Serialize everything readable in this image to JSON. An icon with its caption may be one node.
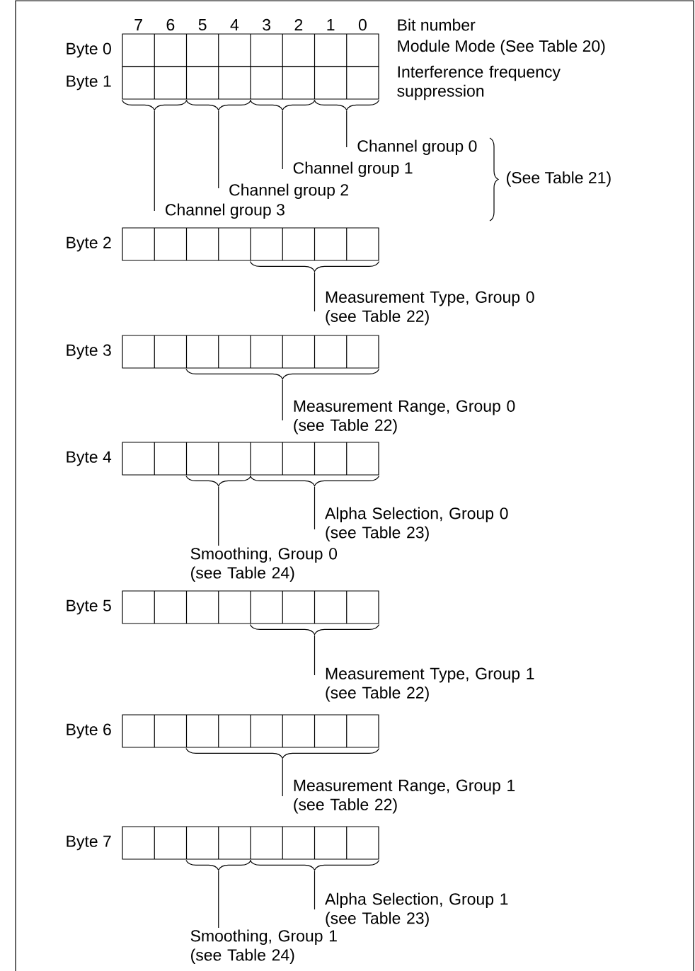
{
  "diagram": {
    "nodes": [
      {
        "text": [
          "Byte 0"
        ],
        "beside": [
          "Module Mode (See Table 20)"
        ]
      },
      {
        "text": [
          "Byte 1"
        ],
        "beside": [
          "Interference frequency suppression"
        ]
      },
      {
        "text": [],
        "shape": "brace"
      },
      {
        "text": [],
        "shape": "brace"
      },
      {
        "text": [],
        "shape": "brace"
      },
      {
        "text": [],
        "shape": "brace"
      },
      {
        "text": [
          "Channel group 0"
        ]
      },
      {
        "text": [
          "Channel group 1"
        ]
      },
      {
        "text": [
          "Channel group 2"
        ]
      },
      {
        "text": [
          "Channel group 3"
        ]
      },
      {
        "text": [
          "Byte 2"
        ]
      },
      {
        "text": [],
        "shape": "brace"
      },
      {
        "text": [
          "Measurement Type, Group 0 (see Table 22)"
        ]
      },
      {
        "text": [
          "Byte 3"
        ]
      },
      {
        "text": [],
        "shape": "brace"
      },
      {
        "text": [
          "Measurement Range, Group 0 (see Table 22)"
        ]
      },
      {
        "text": [
          "Byte 4"
        ]
      },
      {
        "text": [],
        "shape": "brace"
      },
      {
        "text": [],
        "shape": "brace"
      },
      {
        "text": [
          "Alpha Selection, Group 0 (see Table 23)"
        ]
      },
      {
        "text": [
          "Smoothing, Group 0 (see Table 24)"
        ]
      },
      {
        "text": [
          "Byte 5"
        ]
      },
      {
        "text": [],
        "shape": "brace"
      },
      {
        "text": [
          "Measurement Type, Group 1 (see Table 22)"
        ]
      },
      {
        "text": [
          "Byte 6"
        ]
      },
      {
        "text": [],
        "shape": "brace"
      },
      {
        "text": [
          "Measurement Range, Group 1 (see Table 22)"
        ]
      },
      {
        "text": [
          "Byte 7"
        ]
      },
      {
        "text": [],
        "shape": "brace"
      },
      {
        "text": [],
        "shape": "brace"
      },
      {
        "text": [
          "Alpha Selection, Group 1 (see Table 23)"
        ]
      },
      {
        "text": [
          "Smoothing, Group 1 (see Table 24)"
        ]
      }
    ],
    "edges": [
      {
        "from": 6,
        "to": 5,
        "arrow": "none"
      },
      {
        "from": 7,
        "to": 4,
        "arrow": "none"
      },
      {
        "from": 8,
        "to": 3,
        "arrow": "none"
      },
      {
        "from": 9,
        "to": 2,
        "arrow": "none"
      },
      {
        "from": 12,
        "to": 11,
        "arrow": "none"
      },
      {
        "from": 15,
        "to": 14,
        "arrow": "none"
      },
      {
        "from": 19,
        "to": 18,
        "arrow": "none"
      },
      {
        "from": 20,
        "to": 17,
        "arrow": "none"
      },
      {
        "from": 23,
        "to": 22,
        "arrow": "none"
      },
      {
        "from": 26,
        "to": 25,
        "arrow": "none"
      },
      {
        "from": 30,
        "to": 29,
        "arrow": "none"
      },
      {
        "from": 31,
        "to": 28,
        "arrow": "none"
      }
    ],
    "labels": [
      "7",
      "6",
      "5",
      "4",
      "3",
      "2",
      "1",
      "0",
      "Bit number",
      "(See Table 21)"
    ]
  }
}
